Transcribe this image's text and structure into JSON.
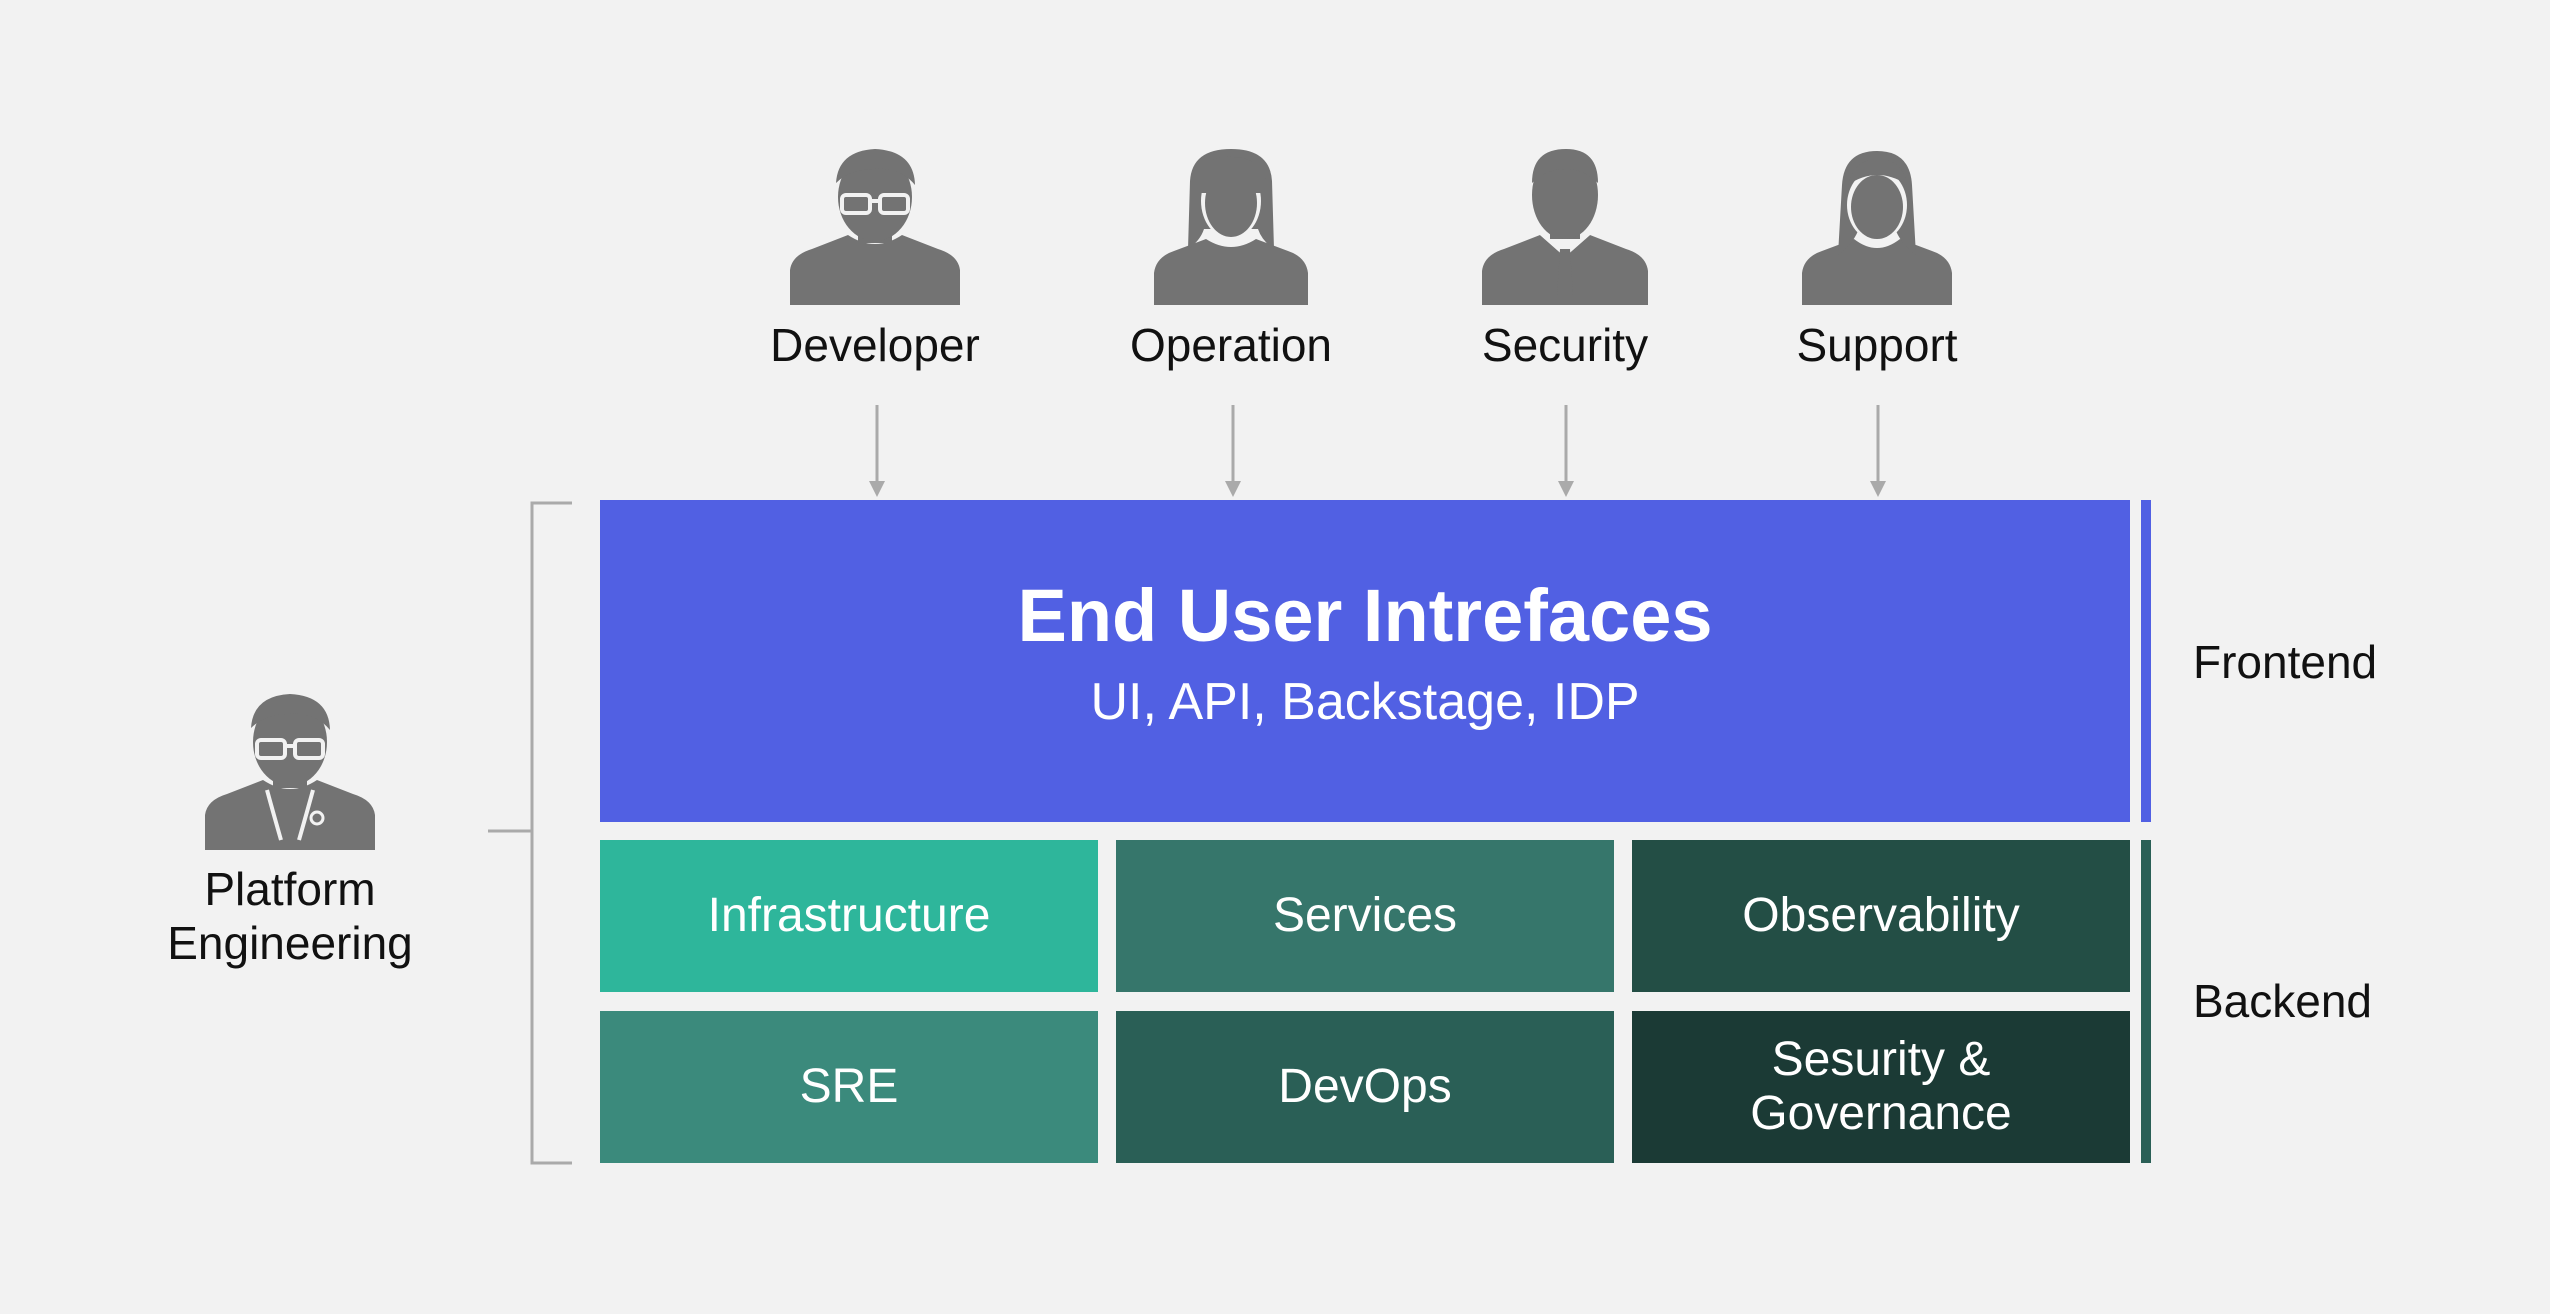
{
  "colors": {
    "background": "#f2f2f2",
    "icon": "#737373",
    "arrow": "#aaaaaa",
    "frontend": "#5160e3",
    "infrastructure": "#2eb69b",
    "services": "#36766b",
    "observability": "#234e45",
    "sre": "#3b8a7c",
    "devops": "#2a5f56",
    "security_governance": "#1b3a35",
    "backend_bar": "#2a5f56"
  },
  "users": [
    {
      "label": "Developer",
      "icon": "developer-icon"
    },
    {
      "label": "Operation",
      "icon": "operation-icon"
    },
    {
      "label": "Security",
      "icon": "security-icon"
    },
    {
      "label": "Support",
      "icon": "support-icon"
    }
  ],
  "frontend": {
    "title": "End User Intrefaces",
    "subtitle": "UI, API, Backstage, IDP"
  },
  "backend": {
    "tiles": [
      {
        "label": "Infrastructure"
      },
      {
        "label": "Services"
      },
      {
        "label": "Observability"
      },
      {
        "label": "SRE"
      },
      {
        "label": "DevOps"
      },
      {
        "label": "Sesurity &\nGovernance"
      }
    ]
  },
  "side_labels": {
    "frontend": "Frontend",
    "backend": "Backend"
  },
  "platform": {
    "label": "Platform\nEngineering",
    "icon": "platform-engineer-icon"
  }
}
